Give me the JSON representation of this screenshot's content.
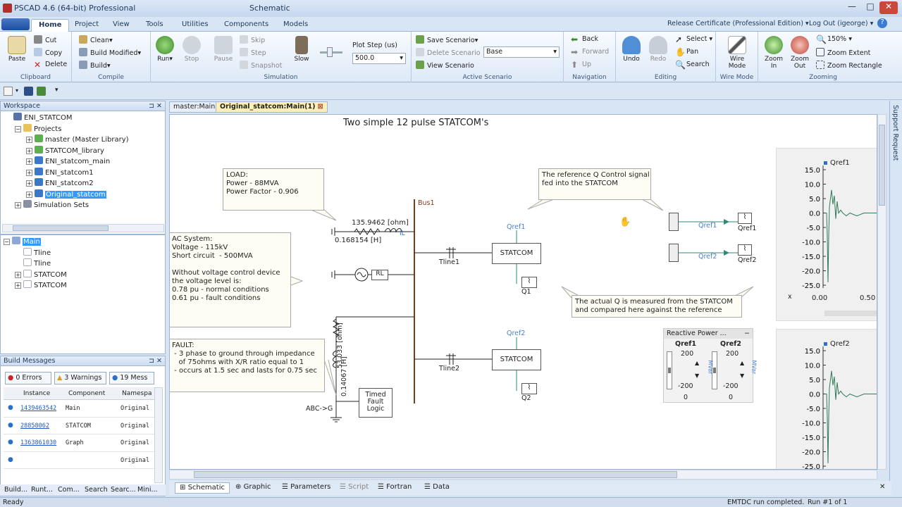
{
  "app": {
    "title": "PSCAD 4.6 (64-bit) Professional",
    "context": "Schematic"
  },
  "ribbon_tabs": [
    "Home",
    "Project",
    "View",
    "Tools",
    "Utilities",
    "Components",
    "Models"
  ],
  "account": {
    "cert": "Release Certificate (Professional Edition)",
    "logout": "Log Out (igeorge)"
  },
  "clipboard": {
    "paste": "Paste",
    "cut": "Cut",
    "copy": "Copy",
    "delete": "Delete",
    "label": "Clipboard"
  },
  "compile": {
    "clean": "Clean",
    "build_modified": "Build Modified",
    "build": "Build",
    "label": "Compile"
  },
  "simulation": {
    "run": "Run",
    "stop": "Stop",
    "pause": "Pause",
    "skip": "Skip",
    "step": "Step",
    "snapshot": "Snapshot",
    "slow": "Slow",
    "plot_step_label": "Plot Step (us)",
    "plot_step_value": "500.0",
    "label": "Simulation"
  },
  "scenario": {
    "save": "Save Scenario",
    "delete": "Delete Scenario",
    "view": "View Scenario",
    "value": "Base",
    "label": "Active Scenario"
  },
  "navigation": {
    "back": "Back",
    "forward": "Forward",
    "up": "Up",
    "label": "Navigation"
  },
  "editing": {
    "undo": "Undo",
    "redo": "Redo",
    "select": "Select",
    "pan": "Pan",
    "search": "Search",
    "label": "Editing"
  },
  "wiremode": {
    "btn": "Wire Mode",
    "label": "Wire Mode"
  },
  "zooming": {
    "zoom_in": "Zoom In",
    "zoom_out": "Zoom Out",
    "zoom_level": "150%",
    "zoom_extent": "Zoom Extent",
    "zoom_rect": "Zoom Rectangle",
    "label": "Zooming"
  },
  "workspace": {
    "title": "Workspace",
    "root": "ENI_STATCOM",
    "projects": "Projects",
    "items": [
      "master (Master Library)",
      "STATCOM_library",
      "ENI_statcom_main",
      "ENI_statcom1",
      "ENI_statcom2",
      "Original_statcom"
    ],
    "sim_sets": "Simulation Sets"
  },
  "hierarchy": {
    "root": "Main",
    "items": [
      "Tline",
      "Tline",
      "STATCOM",
      "STATCOM"
    ]
  },
  "build_messages": {
    "title": "Build Messages",
    "errors": "0 Errors",
    "warnings": "3 Warnings",
    "messages": "19 Mess",
    "cols": [
      "Instance",
      "Component",
      "Namespa"
    ],
    "rows": [
      [
        "1439463542",
        "Main",
        "Original"
      ],
      [
        "28858062",
        "STATCOM",
        "Original"
      ],
      [
        "1363861030",
        "Graph",
        "Original"
      ],
      [
        "",
        "",
        "Original"
      ]
    ],
    "tabs": [
      "Build...",
      "Runt...",
      "Com...",
      "Search",
      "Searc...",
      "Mini..."
    ]
  },
  "doc_tabs": [
    "master:Main",
    "Original_statcom:Main(1)"
  ],
  "schematic": {
    "title": "Two simple 12 pulse STATCOM's",
    "load_note": "LOAD:\nPower - 88MVA\nPower Factor - 0.906",
    "ac_note": "AC System:\nVoltage - 115kV\nShort circuit  - 500MVA\n\nWithout voltage control device\nthe voltage level is:\n0.78 pu - normal conditions\n0.61 pu - fault conditions",
    "fault_note": "FAULT:\n - 3 phase to ground through impedance\n   of 75ohms with X/R ratio equal to 1\n - occurs at 1.5 sec and lasts for 0.75 sec",
    "ref_note": "The reference Q Control signal\nfed into the STATCOM",
    "actual_note": "The actual Q is measured from the STATCOM\nand compared here against the reference",
    "r_value": "135.9462 [ohm]",
    "l_value": "0.168154 [H]",
    "il": "IL",
    "rl": "RL",
    "bus": "Bus1",
    "tline1": "Tline1",
    "tline2": "Tline2",
    "statcom": "STATCOM",
    "qref1": "Qref1",
    "qref2": "Qref2",
    "q1": "Q1",
    "q2": "Q2",
    "fault_r": "53.033 [ohm]",
    "fault_l": "0.14067 [H]",
    "abcg": "ABC->G",
    "timed": "Timed\nFault\nLogic",
    "slider_title": "Reactive Power ...",
    "slider_labels": [
      "Qref1",
      "Qref2"
    ],
    "slider_max": "200",
    "slider_min": "-200",
    "slider_zero": "0",
    "mvar": "MVar"
  },
  "graphs": [
    {
      "name": "Qref1",
      "yticks": [
        "15.0",
        "10.0",
        "5.0",
        "0.0",
        "-5.0",
        "-10.0",
        "-15.0",
        "-20.0",
        "-25.0"
      ],
      "xticks": [
        "0.00",
        "0.50"
      ],
      "xlabel": "x"
    },
    {
      "name": "Qref2",
      "yticks": [
        "15.0",
        "10.0",
        "5.0",
        "0.0",
        "-5.0",
        "-10.0",
        "-15.0",
        "-20.0",
        "-25.0"
      ]
    }
  ],
  "support": "Support Request",
  "bottom_tabs": [
    "Schematic",
    "Graphic",
    "Parameters",
    "Script",
    "Fortran",
    "Data"
  ],
  "status": {
    "left": "Ready",
    "right1": "EMTDC run completed.",
    "right2": "Run #1 of 1"
  }
}
